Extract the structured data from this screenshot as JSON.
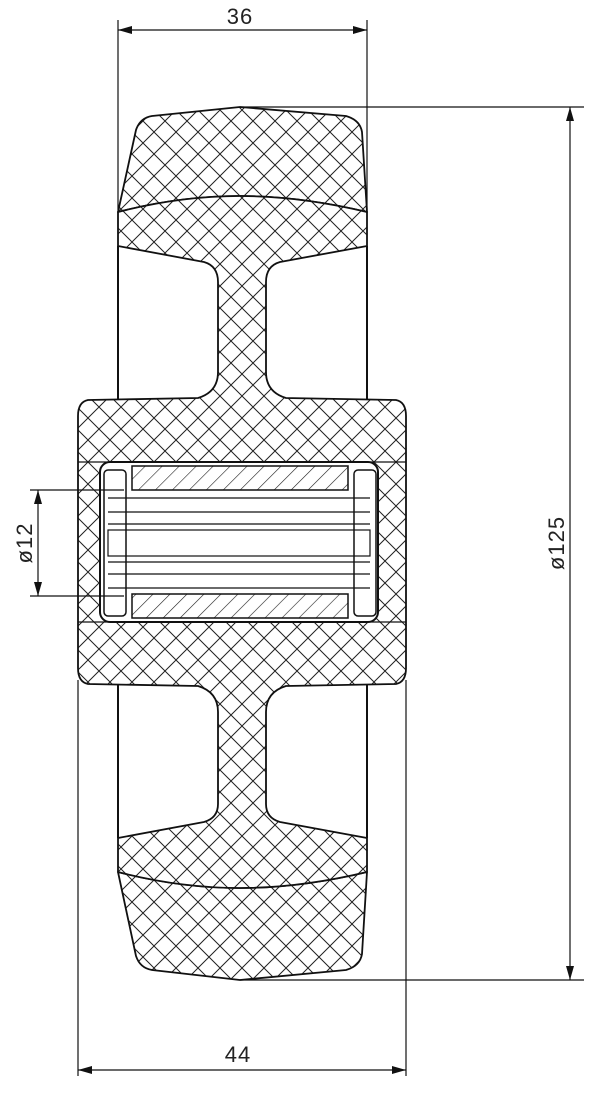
{
  "dimensions": {
    "top_width": "36",
    "bottom_width": "44",
    "outer_diameter": "ø125",
    "bore_diameter": "ø12"
  }
}
